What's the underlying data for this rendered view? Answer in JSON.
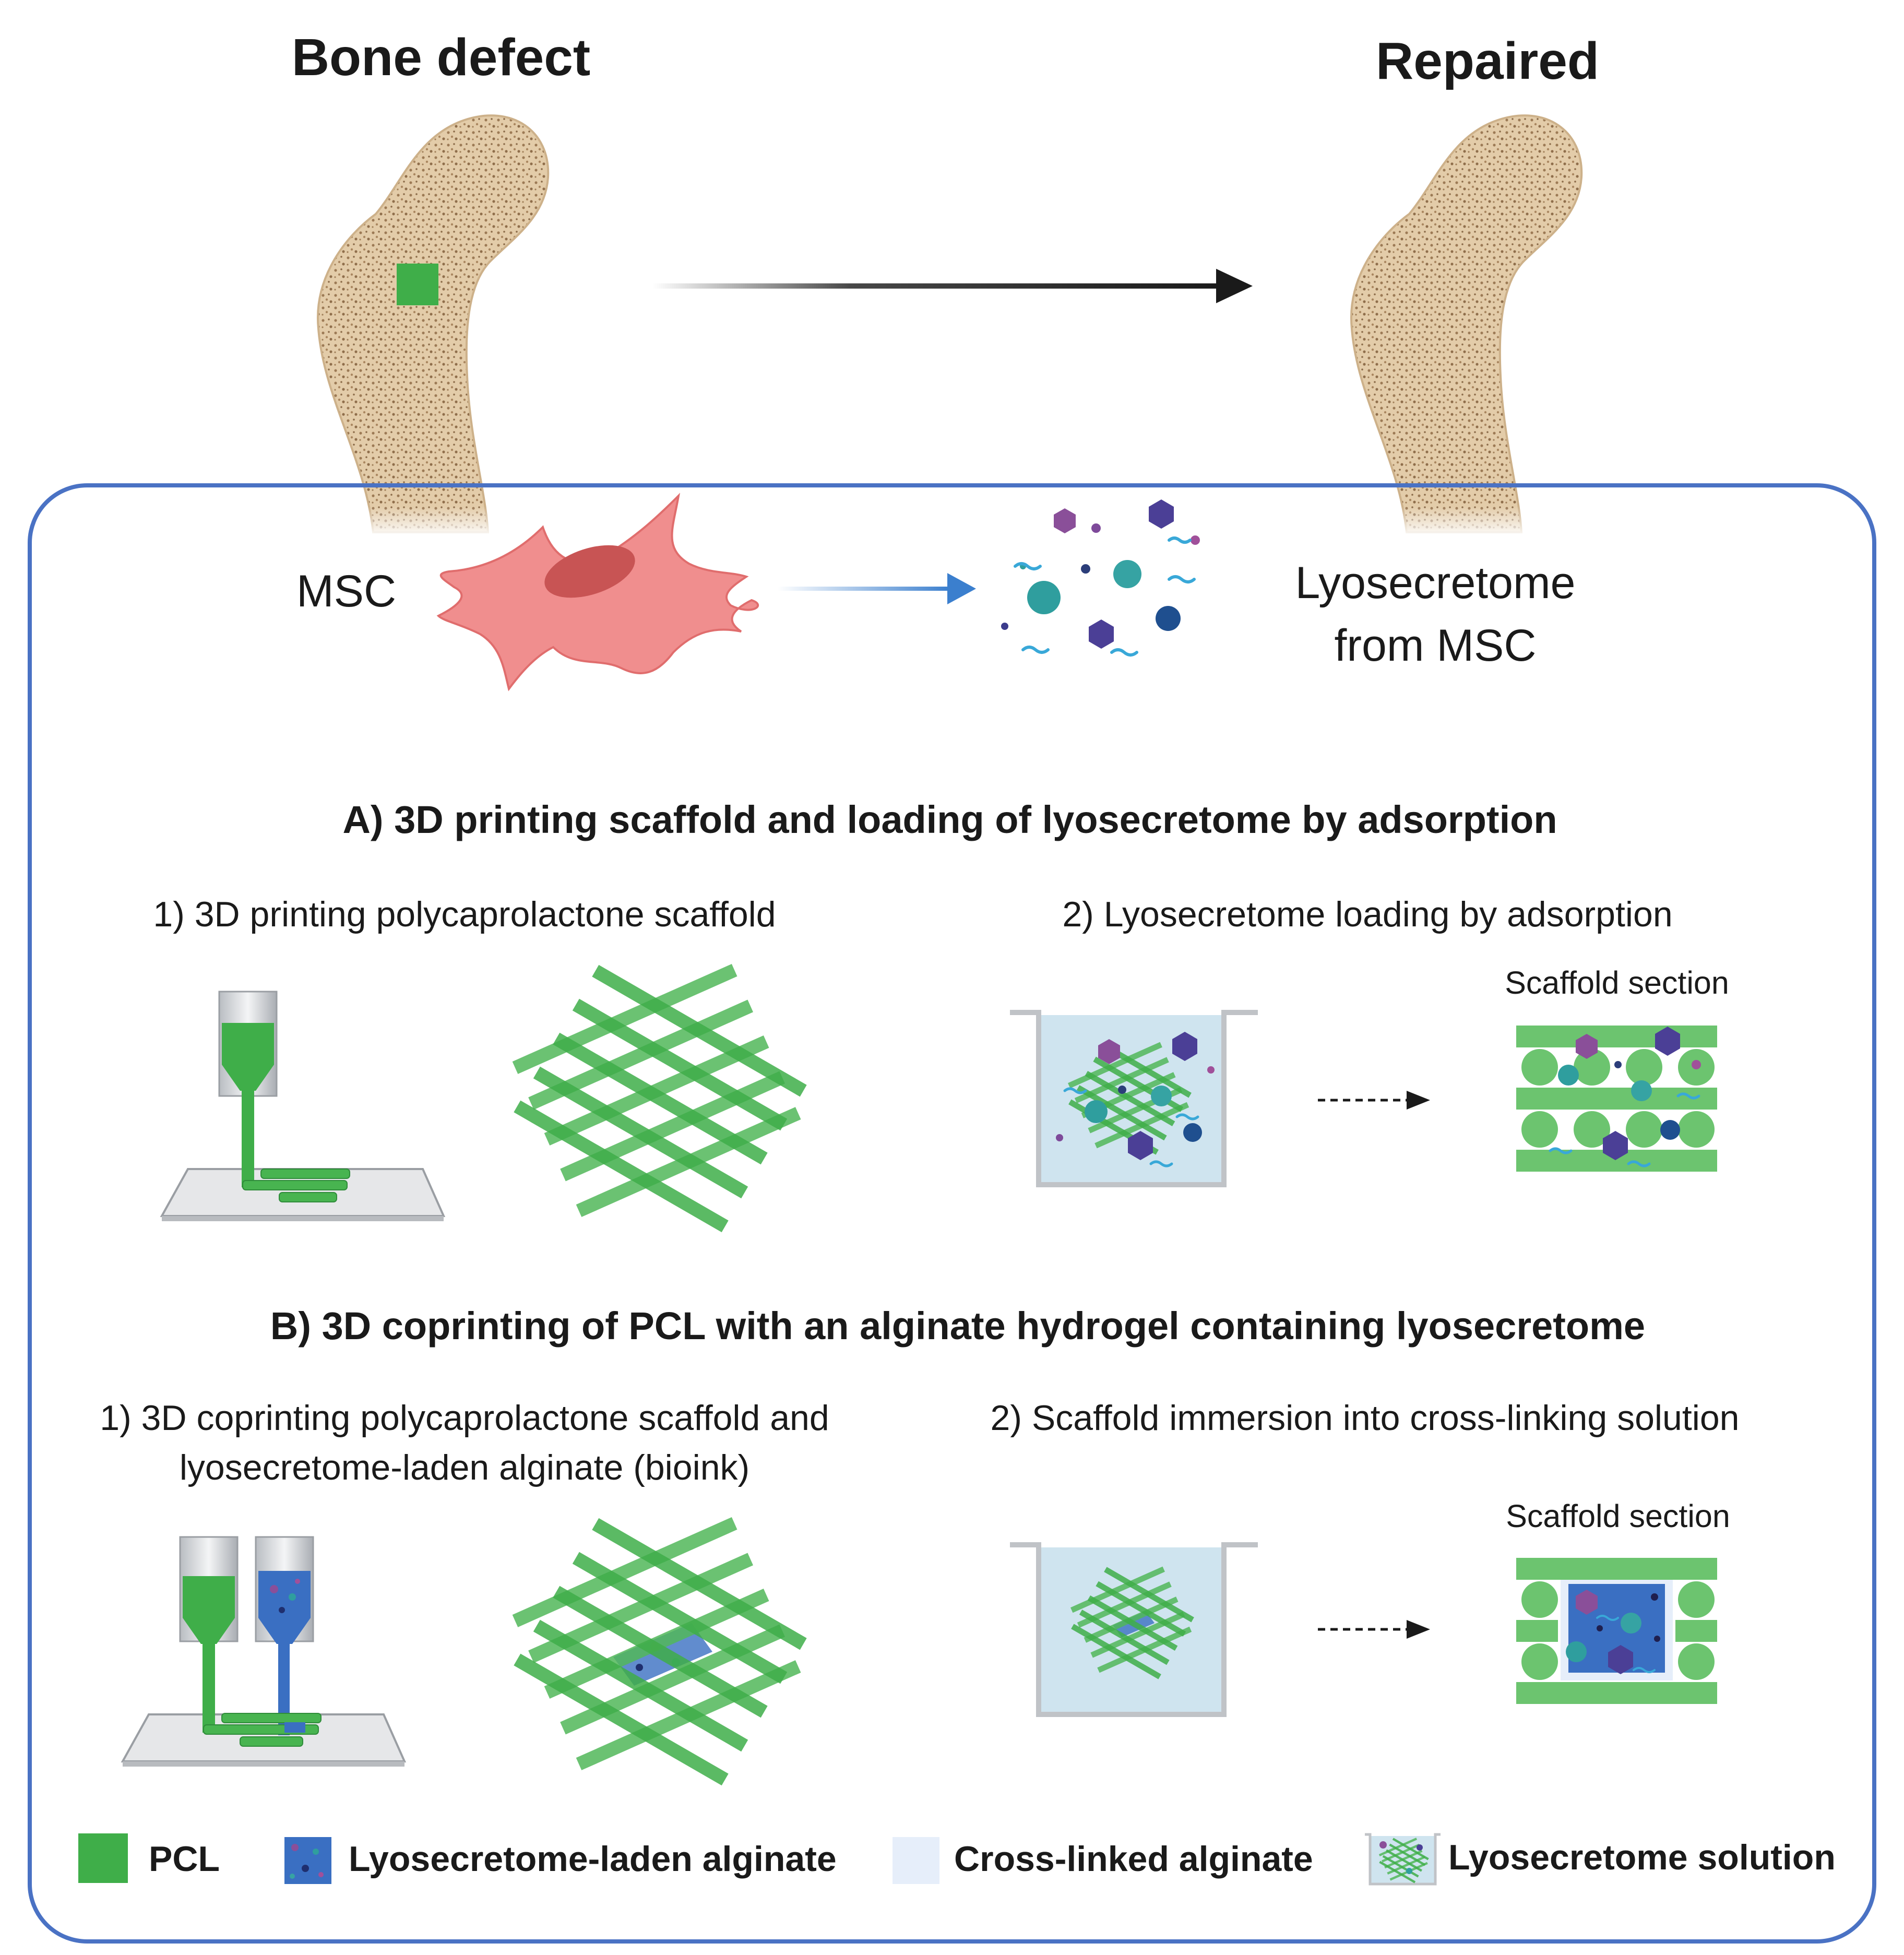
{
  "top": {
    "left_title": "Bone defect",
    "right_title": "Repaired"
  },
  "msc": {
    "source_label": "MSC",
    "product_label_line1": "Lyosecretome",
    "product_label_line2": "from MSC"
  },
  "section_a": {
    "title": "A) 3D printing  scaffold and  loading of lyosecretome by  adsorption",
    "step1": "1) 3D printing polycaprolactone scaffold",
    "step2": "2) Lyosecretome loading by adsorption",
    "section_label": "Scaffold section"
  },
  "section_b": {
    "title": "B) 3D coprinting of PCL with an alginate hydrogel containing lyosecretome",
    "step1_line1": "1) 3D coprinting polycaprolactone scaffold and",
    "step1_line2": "lyosecretome-laden alginate (bioink)",
    "step2": "2) Scaffold immersion into cross-linking solution",
    "section_label": "Scaffold section"
  },
  "legend": [
    {
      "label": "PCL",
      "icon": "pcl-swatch-icon"
    },
    {
      "label": "Lyosecretome-laden alginate",
      "icon": "laden-alginate-swatch-icon"
    },
    {
      "label": "Cross-linked alginate",
      "icon": "crosslinked-alginate-swatch-icon"
    },
    {
      "label": "Lyosecretome  solution",
      "icon": "lyosecretome-solution-swatch-icon"
    }
  ],
  "colors": {
    "pcl_green": "#3fae49",
    "pcl_light": "#6cc46f",
    "panel_border": "#4a72c4",
    "bone": "#dcc3a0",
    "cell": "#f08e8e",
    "arrow_blue": "#3b7fce",
    "solution": "#cfe4ef",
    "alginate_blue": "#3a6fc2",
    "crosslinked": "#e6eefa"
  }
}
